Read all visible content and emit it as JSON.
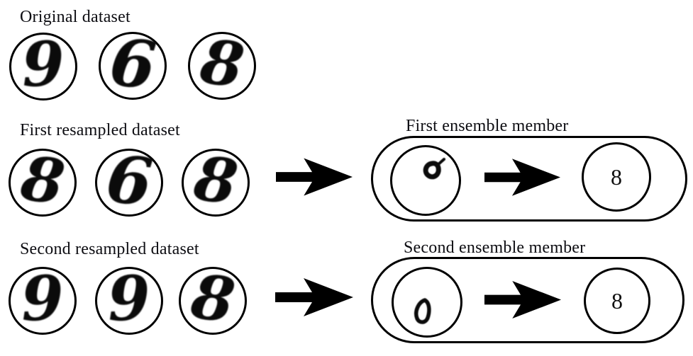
{
  "figure": {
    "title_implicit": "Bagging / resampled dataset ensemble illustration",
    "background": "#ffffff",
    "ink_color": "#000000",
    "rows": [
      {
        "label": "Original dataset",
        "samples": [
          "9",
          "6",
          "8"
        ]
      },
      {
        "label": "First resampled dataset",
        "samples": [
          "8",
          "6",
          "8"
        ],
        "ensemble": {
          "label": "First ensemble member",
          "learned_glyph": "small-loop-top",
          "output": "8"
        }
      },
      {
        "label": "Second resampled dataset",
        "samples": [
          "9",
          "9",
          "8"
        ],
        "ensemble": {
          "label": "Second ensemble member",
          "learned_glyph": "small-loop-bottom",
          "output": "8"
        }
      }
    ]
  }
}
